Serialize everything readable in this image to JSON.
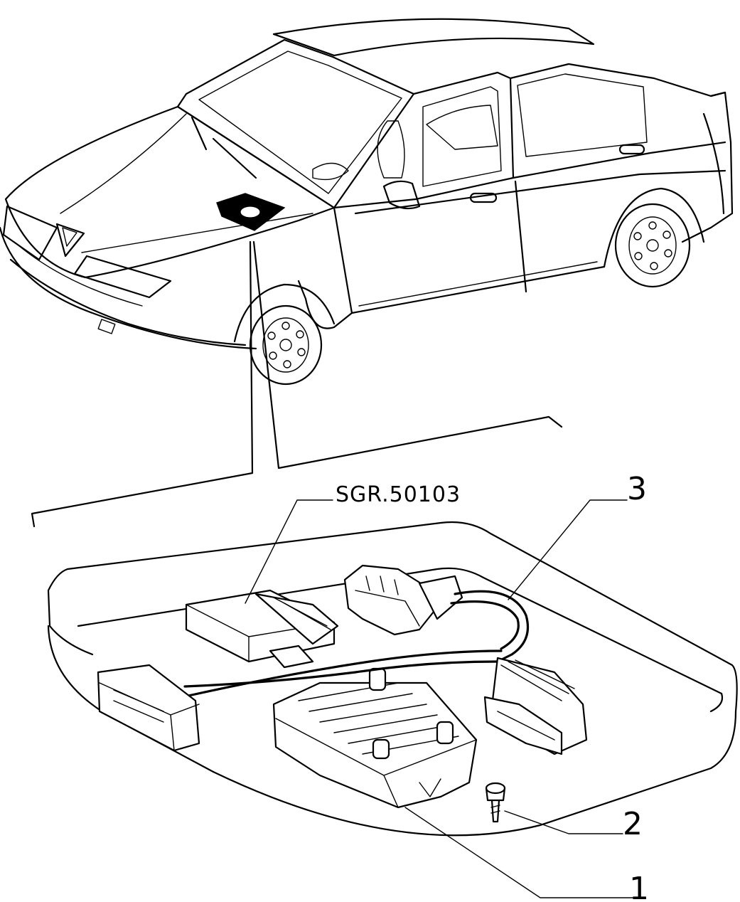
{
  "callouts": {
    "item_1": "1",
    "item_2": "2",
    "item_3": "3",
    "module_ref": "SGR.50103"
  },
  "colors": {
    "ink": "#000000",
    "paper": "#ffffff"
  }
}
